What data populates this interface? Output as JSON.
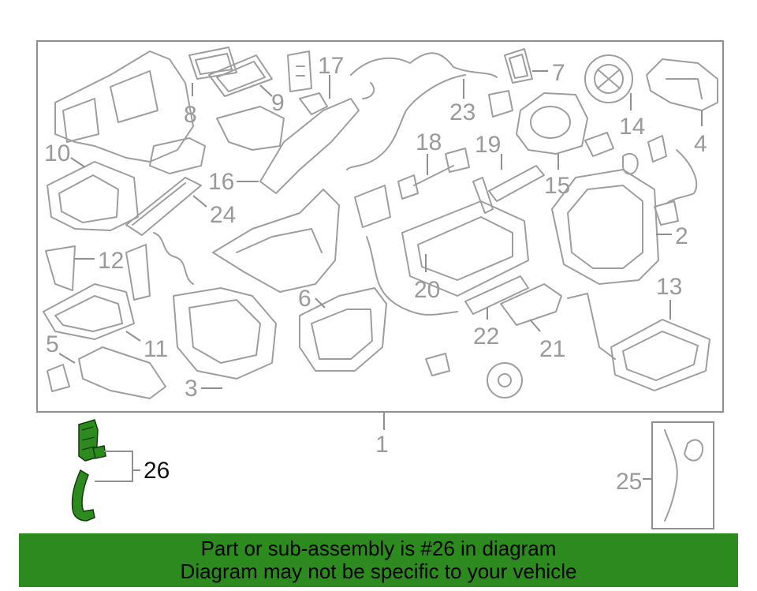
{
  "diagram": {
    "callouts": {
      "c1": "1",
      "c2": "2",
      "c3": "3",
      "c4": "4",
      "c5": "5",
      "c6": "6",
      "c7": "7",
      "c8": "8",
      "c9": "9",
      "c10": "10",
      "c11": "11",
      "c12": "12",
      "c13": "13",
      "c14": "14",
      "c15": "15",
      "c16": "16",
      "c17": "17",
      "c18": "18",
      "c19": "19",
      "c20": "20",
      "c21": "21",
      "c22": "22",
      "c23": "23",
      "c24": "24",
      "c25": "25",
      "c26": "26"
    },
    "highlighted_part": "26",
    "colors": {
      "highlight": "#2c8a1e",
      "line_art": "#9e9e9e",
      "banner_bg": "#2c8a1e"
    }
  },
  "banner": {
    "line1": "Part or sub-assembly is #26 in diagram",
    "line2": "Diagram may not be specific to your vehicle"
  }
}
